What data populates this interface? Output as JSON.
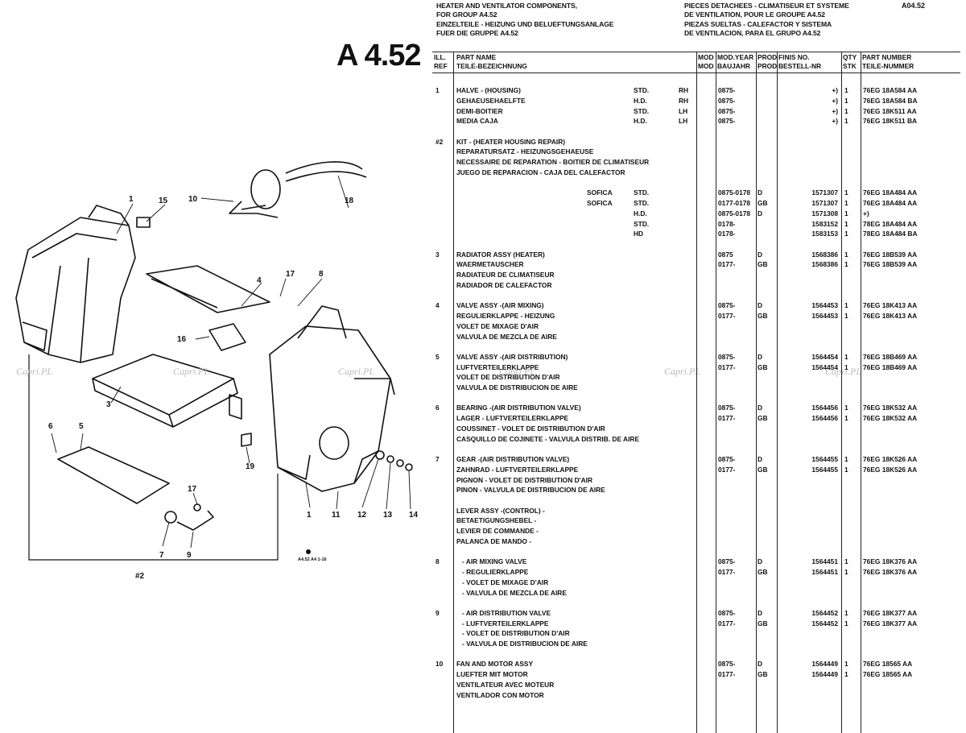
{
  "header": {
    "left_lines": [
      "HEATER AND VENTILATOR COMPONENTS,",
      "FOR GROUP A4.52",
      "EINZELTEILE - HEIZUNG UND BELUEFTUNGSANLAGE",
      "FUER DIE GRUPPE A4.52"
    ],
    "right_lines": [
      "PIECES DETACHEES - CLIMATISEUR ET SYSTEME",
      "DE VENTILATION, POUR LE GROUPE A4.52",
      "PIEZAS SUELTAS - CALEFACTOR Y SISTEMA",
      "DE VENTILACION, PARA EL GRUPO A4.52"
    ],
    "page_number": "A04.52",
    "big_title": "A 4.52"
  },
  "watermark": "Capri.PL",
  "diagram": {
    "labels": [
      "1",
      "15",
      "10",
      "18",
      "4",
      "17",
      "8",
      "16",
      "3",
      "6",
      "5",
      "17",
      "7",
      "9",
      "19",
      "1",
      "11",
      "12",
      "13",
      "14",
      "#2"
    ],
    "ref_code": "A4.52 A4 1-16"
  },
  "table": {
    "columns": [
      {
        "l1": "ILL.",
        "l2": "REF"
      },
      {
        "l1": "PART NAME",
        "l2": "TEILE-BEZEICHNUNG"
      },
      {
        "l1": "MOD",
        "l2": "MOD"
      },
      {
        "l1": "MOD.YEAR",
        "l2": "BAUJAHR"
      },
      {
        "l1": "PROD",
        "l2": "PROD"
      },
      {
        "l1": "FINIS NO.",
        "l2": "BESTELL-NR"
      },
      {
        "l1": "QTY",
        "l2": "STK"
      },
      {
        "l1": "PART NUMBER",
        "l2": "TEILE-NUMMER"
      }
    ],
    "rows": [
      {
        "ref": "1",
        "name": "HALVE - (HOUSING)",
        "c2": "STD.",
        "c3": "RH",
        "year": "0875-",
        "prod": "",
        "finis": "+)",
        "qty": "1",
        "part": "76EG 18A584 AA"
      },
      {
        "ref": "",
        "name": "GEHAEUSEHAELFTE",
        "c2": "H.D.",
        "c3": "RH",
        "year": "0875-",
        "prod": "",
        "finis": "+)",
        "qty": "1",
        "part": "76EG 18A584 BA"
      },
      {
        "ref": "",
        "name": "DEMI-BOITIER",
        "c2": "STD.",
        "c3": "LH",
        "year": "0875-",
        "prod": "",
        "finis": "+)",
        "qty": "1",
        "part": "76EG 18K511 AA"
      },
      {
        "ref": "",
        "name": "MEDIA CAJA",
        "c2": "H.D.",
        "c3": "LH",
        "year": "0875-",
        "prod": "",
        "finis": "+)",
        "qty": "1",
        "part": "76EG 18K511 BA"
      },
      {
        "gap": true
      },
      {
        "ref": "#2",
        "name": "KIT - (HEATER HOUSING REPAIR)",
        "c2": "",
        "c3": "",
        "year": "",
        "prod": "",
        "finis": "",
        "qty": "",
        "part": ""
      },
      {
        "ref": "",
        "name": "REPARATURSATZ - HEIZUNGSGEHAEUSE",
        "c2": "",
        "c3": "",
        "year": "",
        "prod": "",
        "finis": "",
        "qty": "",
        "part": ""
      },
      {
        "ref": "",
        "name": "NECESSAIRE DE REPARATION - BOITIER DE CLIMATISEUR",
        "c2": "",
        "c3": "",
        "year": "",
        "prod": "",
        "finis": "",
        "qty": "",
        "part": ""
      },
      {
        "ref": "",
        "name": "JUEGO DE REPARACION - CAJA DEL CALEFACTOR",
        "c2": "",
        "c3": "",
        "year": "",
        "prod": "",
        "finis": "",
        "qty": "",
        "part": ""
      },
      {
        "gap": true
      },
      {
        "ref": "",
        "name": "",
        "sofica": "SOFICA",
        "c2": "STD.",
        "c3": "",
        "year": "0875-0178",
        "prod": "D",
        "finis": "1571307",
        "qty": "1",
        "part": "76EG 18A484 AA"
      },
      {
        "ref": "",
        "name": "",
        "sofica": "SOFICA",
        "c2": "STD.",
        "c3": "",
        "year": "0177-0178",
        "prod": "GB",
        "finis": "1571307",
        "qty": "1",
        "part": "76EG 18A484 AA"
      },
      {
        "ref": "",
        "name": "",
        "sofica": "",
        "c2": "H.D.",
        "c3": "",
        "year": "0875-0178",
        "prod": "D",
        "finis": "1571308",
        "qty": "1",
        "part": "+)"
      },
      {
        "ref": "",
        "name": "",
        "sofica": "",
        "c2": "STD.",
        "c3": "",
        "year": "0178-",
        "prod": "",
        "finis": "1583152",
        "qty": "1",
        "part": "78EG 18A484 AA"
      },
      {
        "ref": "",
        "name": "",
        "sofica": "",
        "c2": "HD",
        "c3": "",
        "year": "0178-",
        "prod": "",
        "finis": "1583153",
        "qty": "1",
        "part": "78EG 18A484 BA"
      },
      {
        "gap": true
      },
      {
        "ref": "3",
        "name": "RADIATOR ASSY (HEATER)",
        "c2": "",
        "c3": "",
        "year": "0875",
        "prod": "D",
        "finis": "1568386",
        "qty": "1",
        "part": "76EG 18B539 AA"
      },
      {
        "ref": "",
        "name": "WAERMETAUSCHER",
        "c2": "",
        "c3": "",
        "year": "0177-",
        "prod": "GB",
        "finis": "1568386",
        "qty": "1",
        "part": "76EG 18B539 AA"
      },
      {
        "ref": "",
        "name": "RADIATEUR DE CLIMATISEUR",
        "c2": "",
        "c3": "",
        "year": "",
        "prod": "",
        "finis": "",
        "qty": "",
        "part": ""
      },
      {
        "ref": "",
        "name": "RADIADOR DE CALEFACTOR",
        "c2": "",
        "c3": "",
        "year": "",
        "prod": "",
        "finis": "",
        "qty": "",
        "part": ""
      },
      {
        "gap": true
      },
      {
        "ref": "4",
        "name": "VALVE ASSY -(AIR MIXING)",
        "c2": "",
        "c3": "",
        "year": "0875-",
        "prod": "D",
        "finis": "1564453",
        "qty": "1",
        "part": "76EG 18K413 AA"
      },
      {
        "ref": "",
        "name": "REGULIERKLAPPE - HEIZUNG",
        "c2": "",
        "c3": "",
        "year": "0177-",
        "prod": "GB",
        "finis": "1564453",
        "qty": "1",
        "part": "76EG 18K413 AA"
      },
      {
        "ref": "",
        "name": "VOLET DE MIXAGE D'AIR",
        "c2": "",
        "c3": "",
        "year": "",
        "prod": "",
        "finis": "",
        "qty": "",
        "part": ""
      },
      {
        "ref": "",
        "name": "VALVULA DE MEZCLA DE AIRE",
        "c2": "",
        "c3": "",
        "year": "",
        "prod": "",
        "finis": "",
        "qty": "",
        "part": ""
      },
      {
        "gap": true
      },
      {
        "ref": "5",
        "name": "VALVE ASSY -(AIR DISTRIBUTION)",
        "c2": "",
        "c3": "",
        "year": "0875-",
        "prod": "D",
        "finis": "1564454",
        "qty": "1",
        "part": "76EG 18B469 AA"
      },
      {
        "ref": "",
        "name": "LUFTVERTEILERKLAPPE",
        "c2": "",
        "c3": "",
        "year": "0177-",
        "prod": "GB",
        "finis": "1564454",
        "qty": "1",
        "part": "76EG 18B469 AA"
      },
      {
        "ref": "",
        "name": "VOLET DE DISTRIBUTION D'AIR",
        "c2": "",
        "c3": "",
        "year": "",
        "prod": "",
        "finis": "",
        "qty": "",
        "part": ""
      },
      {
        "ref": "",
        "name": "VALVULA DE DISTRIBUCION DE AIRE",
        "c2": "",
        "c3": "",
        "year": "",
        "prod": "",
        "finis": "",
        "qty": "",
        "part": ""
      },
      {
        "gap": true
      },
      {
        "ref": "6",
        "name": "BEARING -(AIR DISTRIBUTION VALVE)",
        "c2": "",
        "c3": "",
        "year": "0875-",
        "prod": "D",
        "finis": "1564456",
        "qty": "1",
        "part": "76EG 18K532 AA"
      },
      {
        "ref": "",
        "name": "LAGER - LUFTVERTEILERKLAPPE",
        "c2": "",
        "c3": "",
        "year": "0177-",
        "prod": "GB",
        "finis": "1564456",
        "qty": "1",
        "part": "76EG 18K532 AA"
      },
      {
        "ref": "",
        "name": "COUSSINET - VOLET DE DISTRIBUTION D'AIR",
        "c2": "",
        "c3": "",
        "year": "",
        "prod": "",
        "finis": "",
        "qty": "",
        "part": ""
      },
      {
        "ref": "",
        "name": "CASQUILLO DE COJINETE - VALVULA DISTRIB. DE AIRE",
        "c2": "",
        "c3": "",
        "year": "",
        "prod": "",
        "finis": "",
        "qty": "",
        "part": ""
      },
      {
        "gap": true
      },
      {
        "ref": "7",
        "name": "GEAR -(AIR DISTRIBUTION VALVE)",
        "c2": "",
        "c3": "",
        "year": "0875-",
        "prod": "D",
        "finis": "1564455",
        "qty": "1",
        "part": "76EG 18K526 AA"
      },
      {
        "ref": "",
        "name": "ZAHNRAD - LUFTVERTEILERKLAPPE",
        "c2": "",
        "c3": "",
        "year": "0177-",
        "prod": "GB",
        "finis": "1564455",
        "qty": "1",
        "part": "76EG 18K526 AA"
      },
      {
        "ref": "",
        "name": "PIGNON - VOLET DE DISTRIBUTION D'AIR",
        "c2": "",
        "c3": "",
        "year": "",
        "prod": "",
        "finis": "",
        "qty": "",
        "part": ""
      },
      {
        "ref": "",
        "name": "PINON - VALVULA DE DISTRIBUCION DE AIRE",
        "c2": "",
        "c3": "",
        "year": "",
        "prod": "",
        "finis": "",
        "qty": "",
        "part": ""
      },
      {
        "gap": true
      },
      {
        "ref": "",
        "name": "LEVER ASSY -(CONTROL) -",
        "c2": "",
        "c3": "",
        "year": "",
        "prod": "",
        "finis": "",
        "qty": "",
        "part": ""
      },
      {
        "ref": "",
        "name": "BETAETIGUNGSHEBEL -",
        "c2": "",
        "c3": "",
        "year": "",
        "prod": "",
        "finis": "",
        "qty": "",
        "part": ""
      },
      {
        "ref": "",
        "name": "LEVIER DE COMMANDE -",
        "c2": "",
        "c3": "",
        "year": "",
        "prod": "",
        "finis": "",
        "qty": "",
        "part": ""
      },
      {
        "ref": "",
        "name": "PALANCA DE MANDO -",
        "c2": "",
        "c3": "",
        "year": "",
        "prod": "",
        "finis": "",
        "qty": "",
        "part": ""
      },
      {
        "gap": true
      },
      {
        "ref": "8",
        "name": "   - AIR MIXING VALVE",
        "c2": "",
        "c3": "",
        "year": "0875-",
        "prod": "D",
        "finis": "1564451",
        "qty": "1",
        "part": "76EG 18K376 AA"
      },
      {
        "ref": "",
        "name": "   - REGULIERKLAPPE",
        "c2": "",
        "c3": "",
        "year": "0177-",
        "prod": "GB",
        "finis": "1564451",
        "qty": "1",
        "part": "76EG 18K376 AA"
      },
      {
        "ref": "",
        "name": "   - VOLET DE MIXAGE D'AIR",
        "c2": "",
        "c3": "",
        "year": "",
        "prod": "",
        "finis": "",
        "qty": "",
        "part": ""
      },
      {
        "ref": "",
        "name": "   - VALVULA DE MEZCLA DE AIRE",
        "c2": "",
        "c3": "",
        "year": "",
        "prod": "",
        "finis": "",
        "qty": "",
        "part": ""
      },
      {
        "gap": true
      },
      {
        "ref": "9",
        "name": "   - AIR DISTRIBUTION VALVE",
        "c2": "",
        "c3": "",
        "year": "0875-",
        "prod": "D",
        "finis": "1564452",
        "qty": "1",
        "part": "76EG 18K377 AA"
      },
      {
        "ref": "",
        "name": "   - LUFTVERTEILERKLAPPE",
        "c2": "",
        "c3": "",
        "year": "0177-",
        "prod": "GB",
        "finis": "1564452",
        "qty": "1",
        "part": "76EG 18K377 AA"
      },
      {
        "ref": "",
        "name": "   - VOLET DE DISTRIBUTION D'AIR",
        "c2": "",
        "c3": "",
        "year": "",
        "prod": "",
        "finis": "",
        "qty": "",
        "part": ""
      },
      {
        "ref": "",
        "name": "   - VALVULA DE DISTRIBUCION DE AIRE",
        "c2": "",
        "c3": "",
        "year": "",
        "prod": "",
        "finis": "",
        "qty": "",
        "part": ""
      },
      {
        "gap": true
      },
      {
        "ref": "10",
        "name": "FAN AND MOTOR ASSY",
        "c2": "",
        "c3": "",
        "year": "0875-",
        "prod": "D",
        "finis": "1564449",
        "qty": "1",
        "part": "76EG 18565 AA"
      },
      {
        "ref": "",
        "name": "LUEFTER MIT MOTOR",
        "c2": "",
        "c3": "",
        "year": "0177-",
        "prod": "GB",
        "finis": "1564449",
        "qty": "1",
        "part": "76EG 18565 AA"
      },
      {
        "ref": "",
        "name": "VENTILATEUR AVEC MOTEUR",
        "c2": "",
        "c3": "",
        "year": "",
        "prod": "",
        "finis": "",
        "qty": "",
        "part": ""
      },
      {
        "ref": "",
        "name": "VENTILADOR CON MOTOR",
        "c2": "",
        "c3": "",
        "year": "",
        "prod": "",
        "finis": "",
        "qty": "",
        "part": ""
      }
    ]
  }
}
